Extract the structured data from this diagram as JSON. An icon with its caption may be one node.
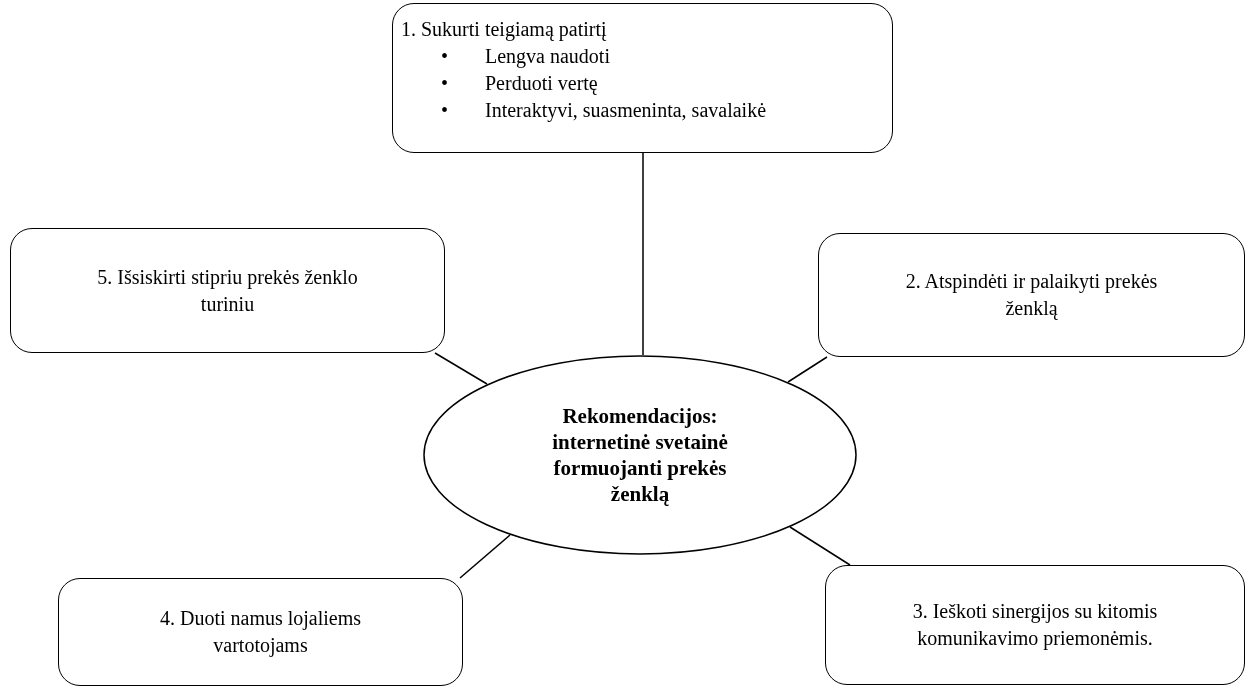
{
  "diagram": {
    "nodes": [
      {
        "text": [
          "Rekomendacijos: internetinė svetainė formuojanti prekės ženklą"
        ]
      },
      {
        "text": [
          "1. Sukurti teigiamą patirtį",
          "Lengva naudoti",
          "Perduoti vertę",
          "Interaktyvi, suasmeninta, savalaikė"
        ]
      },
      {
        "text": [
          "2. Atspindėti ir palaikyti prekės ženklą"
        ]
      },
      {
        "text": [
          "3. Ieškoti sinergijos su kitomis komunikavimo priemonėmis."
        ]
      },
      {
        "text": [
          "4. Duoti namus lojaliems vartotojams"
        ]
      },
      {
        "text": [
          "5. Išsiskirti stipriu prekės ženklo turiniu"
        ]
      }
    ],
    "edges": [
      {
        "from": 0,
        "to": 1,
        "arrow": "none"
      },
      {
        "from": 0,
        "to": 2,
        "arrow": "none"
      },
      {
        "from": 0,
        "to": 3,
        "arrow": "none"
      },
      {
        "from": 0,
        "to": 4,
        "arrow": "none"
      },
      {
        "from": 0,
        "to": 5,
        "arrow": "none"
      }
    ],
    "labels": [
      "•",
      "•",
      "•"
    ]
  }
}
